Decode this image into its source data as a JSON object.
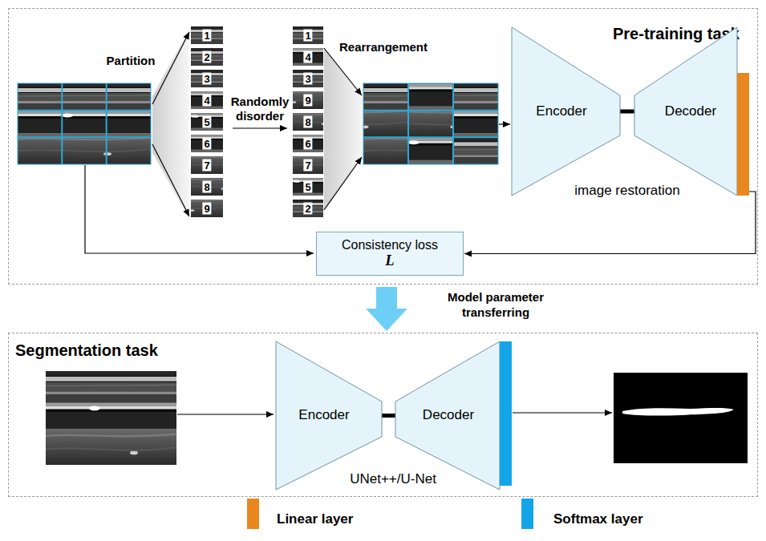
{
  "diagram": {
    "nodes": [
      {
        "text": [
          "Pre-training task"
        ]
      },
      {
        "text": [
          "Encoder"
        ],
        "in": 0
      },
      {
        "text": [
          "Decoder"
        ],
        "in": 0
      },
      {
        "text": [
          "Consistency loss",
          "L"
        ],
        "in": 0
      },
      {
        "text": [
          "Segmentation task"
        ]
      },
      {
        "text": [
          "Encoder"
        ],
        "in": 4
      },
      {
        "text": [
          "Decoder"
        ],
        "in": 4
      }
    ],
    "edges": [
      {
        "from": 1,
        "to": 2,
        "arrow": "none"
      },
      {
        "from": 2,
        "to": 3,
        "arrow": "to"
      },
      {
        "from": 0,
        "to": 4,
        "label": "Model parameter transferring",
        "arrow": "to"
      },
      {
        "from": 5,
        "to": 6,
        "arrow": "none"
      }
    ],
    "labels": [
      "Partition",
      "Randomly disorder",
      "Rearrangement",
      "1",
      "2",
      "3",
      "4",
      "5",
      "6",
      "7",
      "8",
      "9",
      "1",
      "4",
      "3",
      "9",
      "8",
      "6",
      "7",
      "5",
      "2",
      "image restoration",
      "UNet++/U-Net"
    ],
    "legend": [
      {
        "text": "Linear layer",
        "color": "#e8871e"
      },
      {
        "text": "Softmax layer",
        "color": "#14a5e8"
      }
    ]
  }
}
